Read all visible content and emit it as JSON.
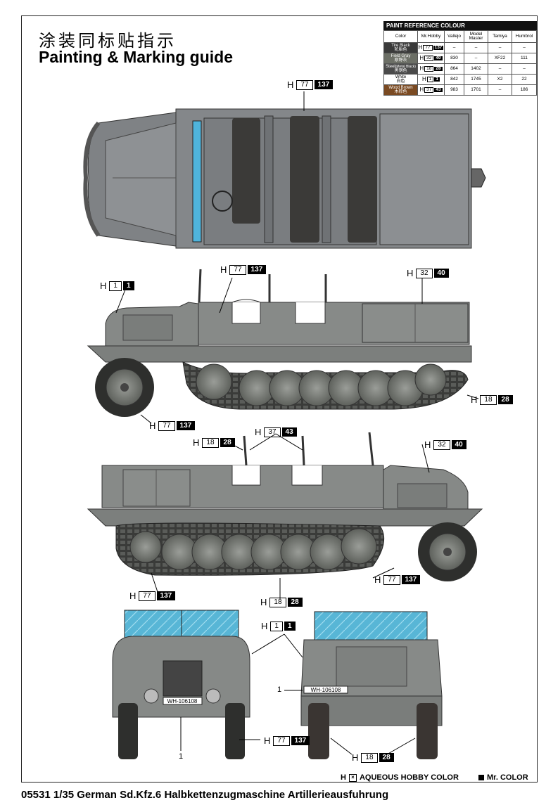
{
  "title_cn": "涂装同标贴指示",
  "title_en": "Painting & Marking guide",
  "ref_table": {
    "caption": "PAINT REFERENCE COLOUR",
    "headers": [
      "Color",
      "Mr.Hobby",
      "Vallejo",
      "Model Master",
      "Tamiya",
      "Humbrol"
    ],
    "rows": [
      {
        "name": "Tire Black",
        "name_cn": "轮胎色",
        "swatch": "#3a3a3a",
        "h1": "77",
        "h2": "137",
        "vallejo": "–",
        "model_master": "–",
        "tamiya": "–",
        "humbrol": "–"
      },
      {
        "name": "Field Gray",
        "name_cn": "原野灰",
        "swatch": "#6c6f66",
        "h1": "32",
        "h2": "40",
        "vallejo": "830",
        "model_master": "–",
        "tamiya": "XF22",
        "humbrol": "111"
      },
      {
        "name": "Steel",
        "name_sub": "(Metal Black)",
        "name_cn": "黑钢色",
        "swatch": "#4a4a4a",
        "h1": "18",
        "h2": "28",
        "vallejo": "864",
        "model_master": "1402",
        "tamiya": "–",
        "humbrol": "–"
      },
      {
        "name": "White",
        "name_cn": "白色",
        "swatch": "#ffffff",
        "h1": "1",
        "h2": "1",
        "vallejo": "842",
        "model_master": "1745",
        "tamiya": "X2",
        "humbrol": "22"
      },
      {
        "name": "Wood Brown",
        "name_cn": "木棕色",
        "swatch": "#7a4a22",
        "h1": "37",
        "h2": "43",
        "vallejo": "983",
        "model_master": "1701",
        "tamiya": "–",
        "humbrol": "186"
      }
    ]
  },
  "callouts": [
    {
      "h": "H",
      "a": "77",
      "b": "137"
    },
    {
      "h": "H",
      "a": "1",
      "b": "1"
    },
    {
      "h": "H",
      "a": "77",
      "b": "137"
    },
    {
      "h": "H",
      "a": "32",
      "b": "40"
    },
    {
      "h": "H",
      "a": "18",
      "b": "28"
    },
    {
      "h": "H",
      "a": "77",
      "b": "137"
    },
    {
      "h": "H",
      "a": "37",
      "b": "43"
    },
    {
      "h": "H",
      "a": "18",
      "b": "28"
    },
    {
      "h": "H",
      "a": "32",
      "b": "40"
    },
    {
      "h": "H",
      "a": "77",
      "b": "137"
    },
    {
      "h": "H",
      "a": "77",
      "b": "137"
    },
    {
      "h": "H",
      "a": "18",
      "b": "28"
    },
    {
      "h": "H",
      "a": "1",
      "b": "1"
    },
    {
      "h": "H",
      "a": "77",
      "b": "137"
    },
    {
      "h": "H",
      "a": "18",
      "b": "28"
    }
  ],
  "decal_numbers": [
    "1",
    "1"
  ],
  "plates": {
    "front": "WH-106108",
    "rear": "WH-106108"
  },
  "legend": {
    "aqueous_prefix": "H",
    "aqueous": "AQUEOUS HOBBY COLOR",
    "mr": "Mr. COLOR"
  },
  "footer": "05531 1/35  German Sd.Kfz.6  Halbkettenzugmaschine Artillerieausfuhrung",
  "colors": {
    "field_gray": "#8a8d88",
    "dark_gray": "#4f524e",
    "track": "#2f302e",
    "glass": "#5ab8d8",
    "seat": "#3d3a36"
  }
}
